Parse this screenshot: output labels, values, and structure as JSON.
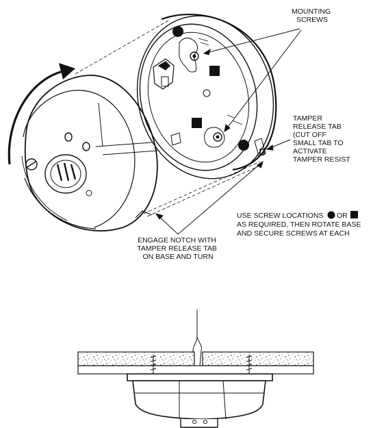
{
  "labels": {
    "mounting_screws": [
      "MOUNTING",
      "SCREWS"
    ],
    "tamper_release_tab": [
      "TAMPER",
      "RELEASE TAB",
      "(CUT OFF",
      "SMALL TAB TO",
      "ACTIVATE",
      "TAMPER RESIST"
    ],
    "screw_locations": {
      "line1_before": "USE SCREW LOCATIONS",
      "line1_mid": "OR",
      "line2": "AS REQUIRED, THEN ROTATE BASE",
      "line3": "AND SECURE SCREWS AT EACH"
    },
    "engage_notch": [
      "ENGAGE NOTCH WITH",
      "TAMPER RELEASE TAB",
      "ON BASE AND TURN"
    ]
  },
  "colors": {
    "ink": "#111111",
    "paper": "#ffffff"
  },
  "icons": {
    "round_location": "filled-circle-icon",
    "square_location": "filled-square-icon"
  }
}
